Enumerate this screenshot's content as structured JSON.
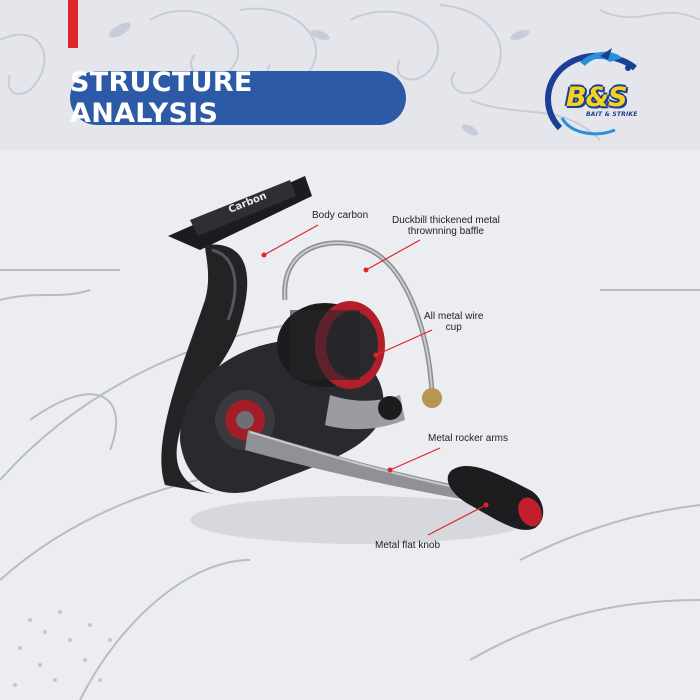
{
  "title": "STRUCTURE ANALYSIS",
  "logo": {
    "wordmark": "B&S",
    "tagline": "BAIT & STRIKE"
  },
  "reel_brand_text": "Carbon",
  "callouts": [
    {
      "id": "body",
      "label": "Body carbon"
    },
    {
      "id": "baffle",
      "line1": "Duckbill thickened metal",
      "line2": "thrownning baffle"
    },
    {
      "id": "cup",
      "line1": "All metal wire",
      "line2": "cup"
    },
    {
      "id": "rocker",
      "label": "Metal rocker arms"
    },
    {
      "id": "knob",
      "label": "Metal flat knob"
    }
  ],
  "colors": {
    "background": "#ebedf0",
    "title_pill": "#2c5aa6",
    "accent_red": "#e0262b",
    "logo_yellow": "#f7d21c",
    "logo_blue": "#1b3f95",
    "callout_line": "#e0262b"
  }
}
